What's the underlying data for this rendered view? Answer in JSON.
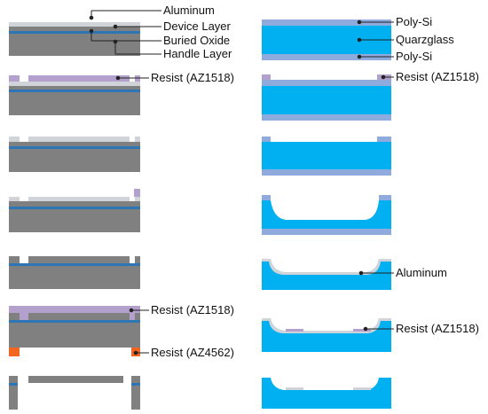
{
  "labels": {
    "aluminum_top": "Aluminum",
    "device_layer": "Device Layer",
    "buried_oxide": "Buried Oxide",
    "handle_layer": "Handle Layer",
    "resist_left_1": "Resist (AZ1518)",
    "resist_left_2": "Resist (AZ1518)",
    "resist_az4562": "Resist (AZ4562)",
    "poly_si_top": "Poly-Si",
    "quarzglass": "Quarzglass",
    "poly_si_bottom": "Poly-Si",
    "resist_right_1": "Resist (AZ1518)",
    "aluminum_right": "Aluminum",
    "resist_right_2": "Resist (AZ1518)"
  },
  "colors": {
    "silicon": "#808080",
    "oxide": "#2E75B6",
    "aluminum": "#D0D3D8",
    "resist_az1518": "#B4A0CC",
    "resist_az4562": "#F26522",
    "poly_si": "#8FAADC",
    "quartz": "#00B0F0"
  }
}
